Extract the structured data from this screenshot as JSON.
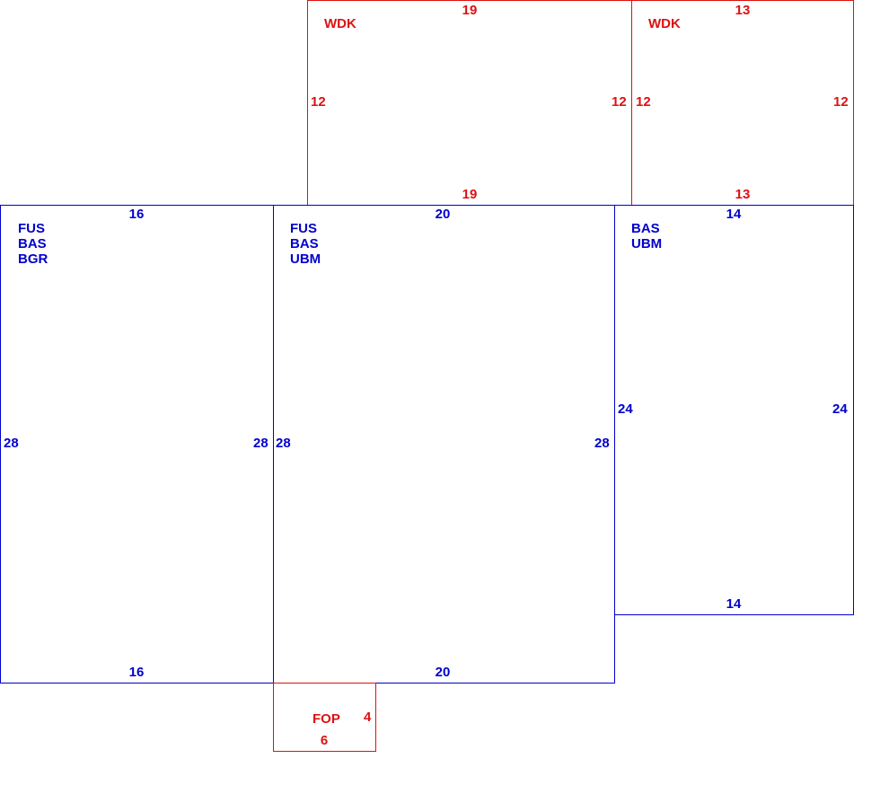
{
  "colors": {
    "blue": "#0000cc",
    "red": "#dd1111"
  },
  "areas": {
    "wdk1": {
      "codes": [
        "WDK"
      ],
      "top": "19",
      "bottom": "19",
      "left": "12",
      "right": "12"
    },
    "wdk2": {
      "codes": [
        "WDK"
      ],
      "top": "13",
      "bottom": "13",
      "left": "12",
      "right": "12"
    },
    "main1": {
      "codes": [
        "FUS",
        "BAS",
        "BGR"
      ],
      "top": "16",
      "bottom": "16",
      "left": "28",
      "right": "28"
    },
    "main2": {
      "codes": [
        "FUS",
        "BAS",
        "UBM"
      ],
      "top": "20",
      "bottom": "20",
      "left": "28",
      "right": "28"
    },
    "main3": {
      "codes": [
        "BAS",
        "UBM"
      ],
      "top": "14",
      "bottom": "14",
      "left": "24",
      "right": "24"
    },
    "fop": {
      "codes": [
        "FOP"
      ],
      "right": "4",
      "bottom": "6"
    }
  }
}
